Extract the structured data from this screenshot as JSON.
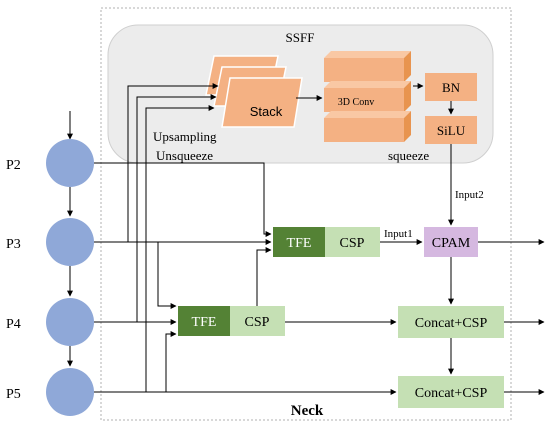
{
  "ssff": {
    "title": "SSFF"
  },
  "stack_label": "Stack",
  "conv_label": "3D Conv",
  "bn_label": "BN",
  "silu_label": "SiLU",
  "upsampling_label": "Upsampling",
  "unsqueeze_label": "Unsqueeze",
  "squeeze_label": "squeeze",
  "input1_label": "Input1",
  "input2_label": "Input2",
  "neck_label": "Neck",
  "levels": {
    "p2": "P2",
    "p3": "P3",
    "p4": "P4",
    "p5": "P5"
  },
  "tfe_upper": {
    "tfe": "TFE",
    "csp": "CSP"
  },
  "tfe_lower": {
    "tfe": "TFE",
    "csp": "CSP"
  },
  "cpam_label": "CPAM",
  "concat1_label": "Concat+CSP",
  "concat2_label": "Concat+CSP",
  "colors": {
    "node_blue": "#8fa8d8",
    "block_orange": "#f4b183",
    "tfe_green": "#548235",
    "csp_green": "#c5e0b4",
    "cpam_purple": "#d5b8e0",
    "ssff_bg": "#ececec"
  }
}
